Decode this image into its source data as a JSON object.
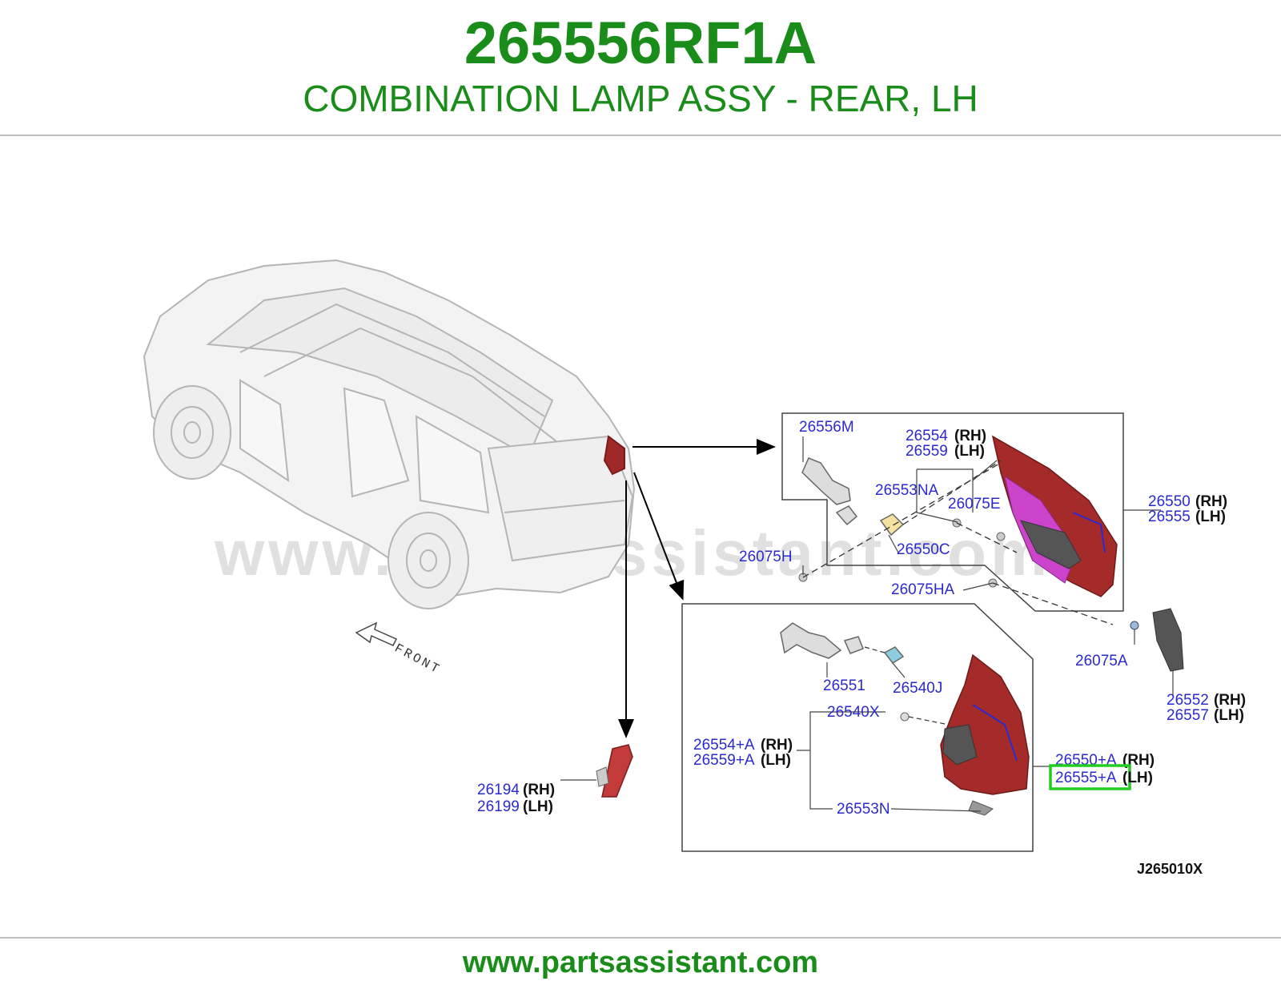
{
  "header": {
    "part_number": "265556RF1A",
    "description": "COMBINATION LAMP ASSY - REAR, LH"
  },
  "diagram": {
    "watermark": "www.partsassistant.com",
    "front_label": "FRONT",
    "reference_code": "J265010X",
    "callouts": {
      "c26556M": "26556M",
      "c26554": "26554",
      "c26554_side": "(RH)",
      "c26559": "26559",
      "c26559_side": "(LH)",
      "c26553NA": "26553NA",
      "c26075E": "26075E",
      "c26550": "26550",
      "c26550_side": "(RH)",
      "c26555": "26555",
      "c26555_side": "(LH)",
      "c26550C": "26550C",
      "c26075H": "26075H",
      "c26075HA": "26075HA",
      "c26075A": "26075A",
      "c26552": "26552",
      "c26552_side": "(RH)",
      "c26557": "26557",
      "c26557_side": "(LH)",
      "c26551": "26551",
      "c26540J": "26540J",
      "c26540X": "26540X",
      "c26554A": "26554+A",
      "c26554A_side": "(RH)",
      "c26559A": "26559+A",
      "c26559A_side": "(LH)",
      "c26550A": "26550+A",
      "c26550A_side": "(RH)",
      "c26555A": "26555+A",
      "c26555A_side": "(LH)",
      "c26553N": "26553N",
      "c26194": "26194",
      "c26194_side": "(RH)",
      "c26199": "26199",
      "c26199_side": "(LH)"
    },
    "highlight_color": "#22cc22"
  },
  "footer": {
    "url": "www.partsassistant.com"
  }
}
